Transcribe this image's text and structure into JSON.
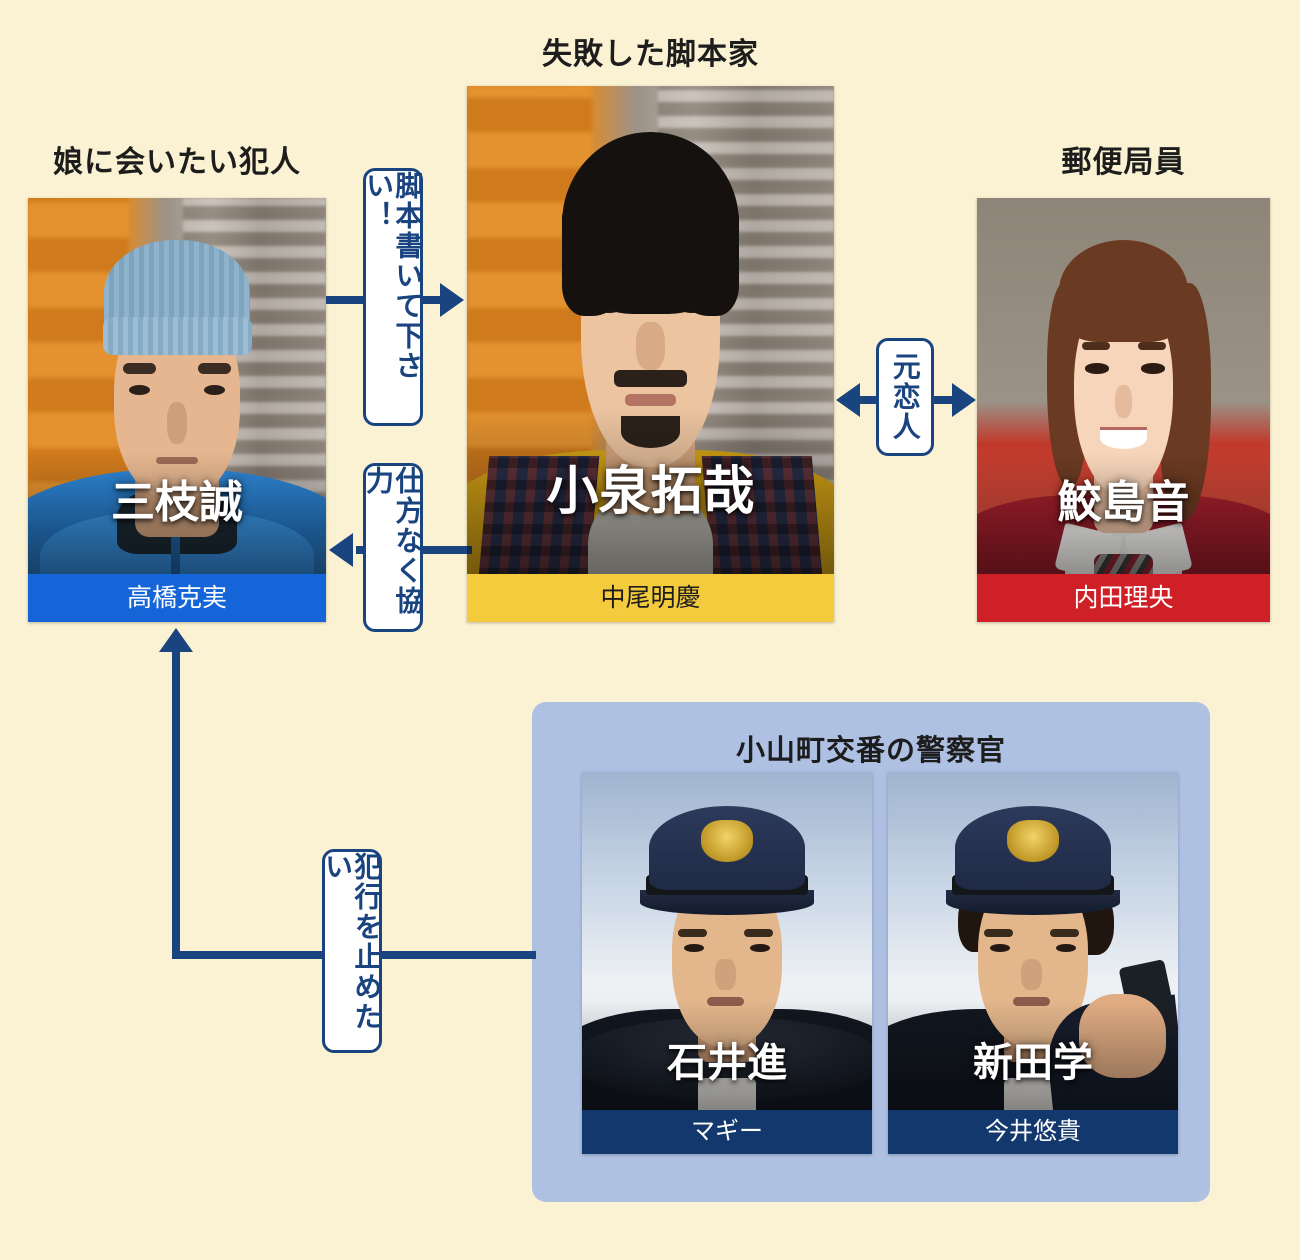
{
  "page": {
    "background_color": "#faf2d2",
    "accent_color": "#1a4480"
  },
  "characters": [
    {
      "id": "saegusa",
      "role_label": "娘に会いたい犯人",
      "name": "三枝誠",
      "actor": "高橋克実",
      "footer_color": "#1565d8"
    },
    {
      "id": "koizumi",
      "role_label": "失敗した脚本家",
      "name": "小泉拓哉",
      "actor": "中尾明慶",
      "footer_color": "#f5cb3e"
    },
    {
      "id": "samejima",
      "role_label": "郵便局員",
      "name": "鮫島音",
      "actor": "内田理央",
      "footer_color": "#cf2027"
    }
  ],
  "police_group": {
    "title": "小山町交番の警察官",
    "panel_color": "#aec1e3",
    "members": [
      {
        "id": "ishii",
        "name": "石井進",
        "actor": "マギー",
        "footer_color": "#13386e"
      },
      {
        "id": "nitta",
        "name": "新田学",
        "actor": "今井悠貴",
        "footer_color": "#13386e"
      }
    ]
  },
  "relations": [
    {
      "id": "rel-script-request",
      "label": "脚本書いて下さい！",
      "from": "三枝誠",
      "to": "小泉拓哉",
      "direction": "right"
    },
    {
      "id": "rel-reluctant-help",
      "label": "仕方なく協力",
      "from": "小泉拓哉",
      "to": "三枝誠",
      "direction": "left"
    },
    {
      "id": "rel-ex-lovers",
      "label": "元恋人",
      "from": "小泉拓哉",
      "to": "鮫島音",
      "direction": "both"
    },
    {
      "id": "rel-stop-crime",
      "label": "犯行を止めたい",
      "from": "小山町交番の警察官",
      "to": "三枝誠",
      "direction": "up"
    }
  ]
}
